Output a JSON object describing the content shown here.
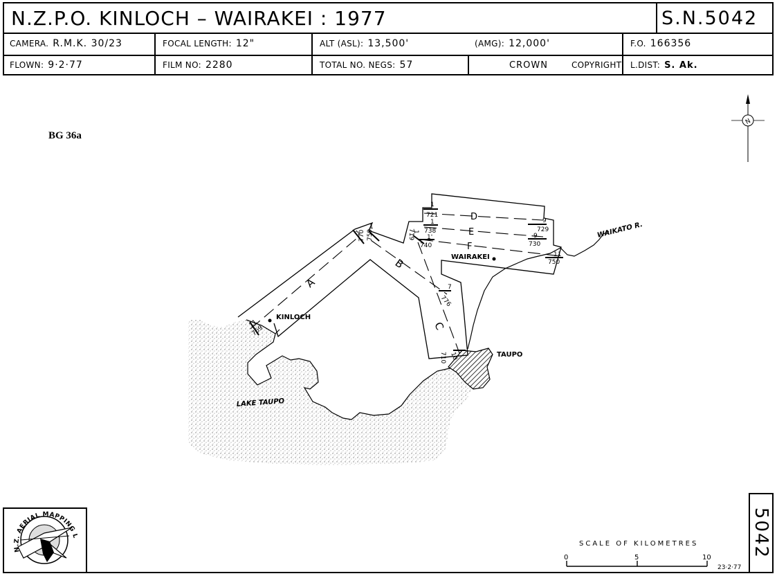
{
  "header": {
    "title": "N.Z.P.O.  KINLOCH – WAIRAKEI  : 1977",
    "sheet_number_label": "S.N.5042",
    "camera_label": "CAMERA.",
    "camera_value": "R.M.K. 30/23",
    "focal_label": "FOCAL LENGTH:",
    "focal_value": "12\"",
    "alt_asl_label": "ALT (ASL):",
    "alt_asl_value": "13,500'",
    "alt_amg_label": "(AMG):",
    "alt_amg_value": "12,000'",
    "fo_label": "F.O.",
    "fo_value": "166356",
    "flown_label": "FLOWN:",
    "flown_value": "9·2·77",
    "film_label": "FILM NO:",
    "film_value": "2280",
    "negs_label": "TOTAL NO. NEGS:",
    "negs_value": "57",
    "crown_label": "CROWN",
    "copyright_label": "COPYRIGHT",
    "ldist_label": "L.DIST:",
    "ldist_value": "S. Ak."
  },
  "map": {
    "series_label": "BG 36a",
    "places": {
      "kinloch": "KINLOCH",
      "wairakei": "WAIRAKEI",
      "taupo": "TAUPO",
      "lake": "LAKE TAUPO",
      "river": "WAIKATO R."
    },
    "runs": {
      "a": {
        "letter": "A",
        "start_num": "11",
        "start_neg": "769",
        "end_num": "1",
        "end_neg": "759"
      },
      "b": {
        "letter": "B",
        "start_num": "1",
        "start_neg": "770",
        "end_num": "7",
        "end_neg": "776"
      },
      "c": {
        "letter": "C",
        "start_num": "1",
        "start_neg": "719",
        "end_num": "10",
        "end_neg": "710"
      },
      "d": {
        "letter": "D",
        "start_num": "1",
        "start_neg": "721",
        "end_num": "9",
        "end_neg": "729"
      },
      "e": {
        "letter": "E",
        "start_num": "1",
        "start_neg": "738",
        "end_num": "9",
        "end_neg": "730"
      },
      "f": {
        "letter": "F",
        "start_num": "1'",
        "start_neg": "740",
        "end_num": "11",
        "end_neg": "750"
      }
    },
    "north_arrow_icon": "north-arrow-icon"
  },
  "scale": {
    "title": "SCALE   OF   KILOMETRES",
    "ticks": [
      "0",
      "5",
      "10"
    ],
    "date": "23·2·77"
  },
  "logo": {
    "text": "N.Z. AERIAL MAPPING LTD",
    "icon": "aerial-mapping-logo-icon"
  },
  "sheet_vertical": "5042"
}
